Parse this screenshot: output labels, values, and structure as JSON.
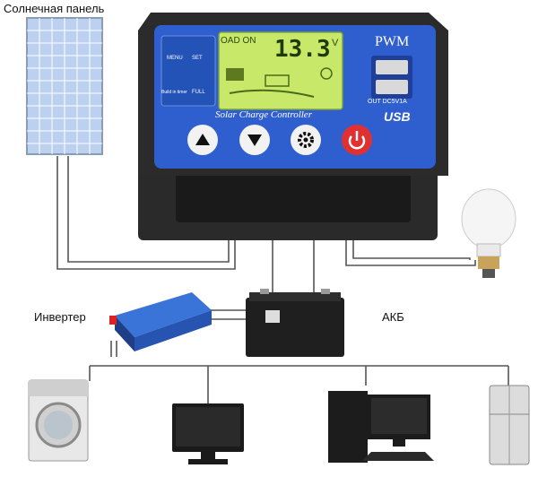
{
  "labels": {
    "solar_panel": "Солнечная панель",
    "inverter": "Инвертер",
    "battery": "АКБ"
  },
  "controller": {
    "brand": "PWM",
    "title": "Solar Charge Controller",
    "lcd_mode": "OAD ON",
    "lcd_value": "13.3",
    "lcd_unit": "V",
    "usb_spec": "OUT DC5V1A",
    "usb_label": "USB",
    "menu_keys": [
      "MENU",
      "SET",
      "Build in timer",
      "FULL"
    ],
    "buttons": [
      "up-arrow",
      "down-arrow",
      "gear",
      "power"
    ]
  },
  "colors": {
    "controller_blue": "#2f5fcf",
    "lcd_green": "#c8e86a",
    "wire": "#555555"
  }
}
